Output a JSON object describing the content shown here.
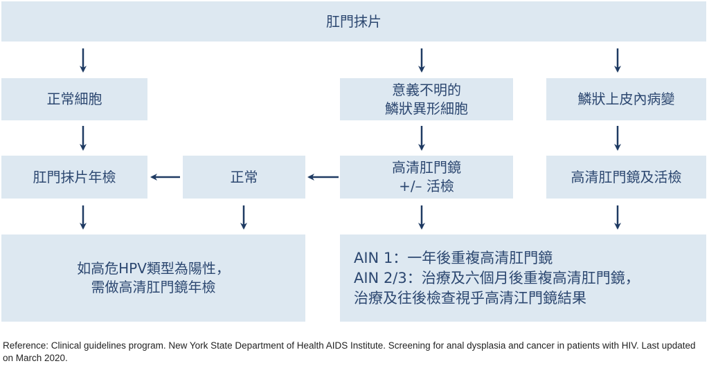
{
  "nodes": {
    "anal_pap": "肛門抹片",
    "normal_cells": "正常細胞",
    "ascus_line1": "意義不明的",
    "ascus_line2": "鱗狀異形細胞",
    "sil": "鱗狀上皮內病變",
    "annual_pap": "肛門抹片年檢",
    "normal": "正常",
    "hra_line1": "高清肛門鏡",
    "hra_line2": "+/– 活檢",
    "hra_biopsy": "高清肛門鏡及活檢",
    "hpv_line1": "如高危HPV類型為陽性，",
    "hpv_line2": "需做高清肛門鏡年檢",
    "ain_line1": "AIN 1：一年後重複高清肛門鏡",
    "ain_line2": "AIN 2/3：治療及六個月後重複高清肛門鏡，",
    "ain_line3": "治療及往後檢查視乎高清江門鏡結果"
  },
  "reference": "Reference: Clinical guidelines program. New York State Department of Health AIDS Institute. Screening for anal dysplasia and cancer in patients with HIV. Last updated on March 2020.",
  "colors": {
    "box": "#dde8f1",
    "text": "#2c4770",
    "arrow": "#1e3a62"
  }
}
